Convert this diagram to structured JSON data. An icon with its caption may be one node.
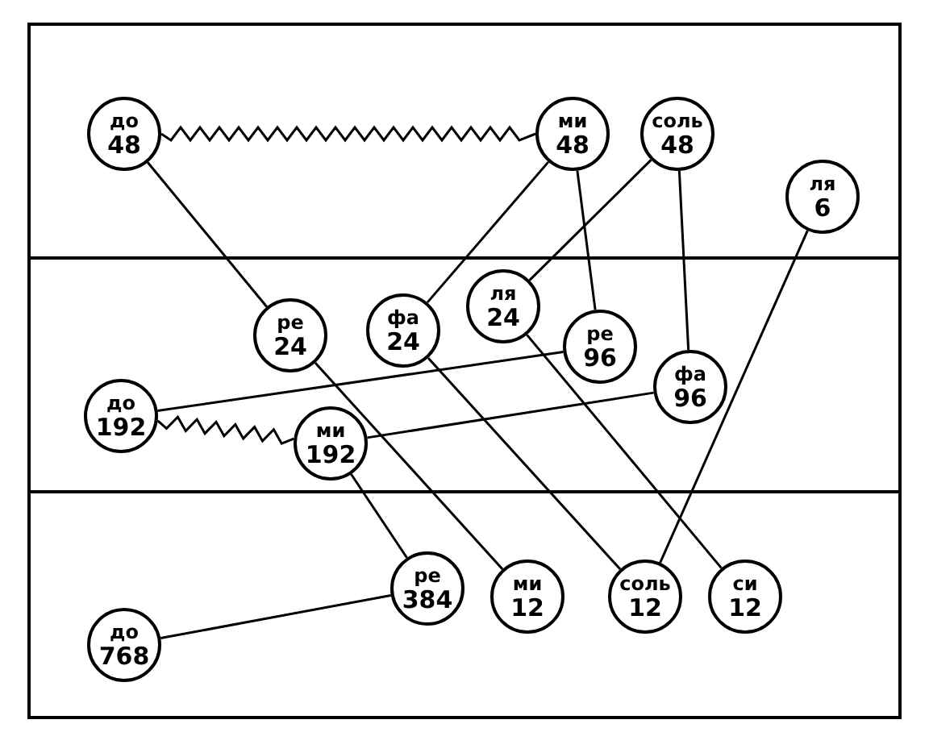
{
  "diagram": {
    "nodes": [
      {
        "text": [
          "до",
          "48"
        ]
      },
      {
        "text": [
          "ми",
          "48"
        ]
      },
      {
        "text": [
          "соль",
          "48"
        ]
      },
      {
        "text": [
          "ля",
          "6"
        ]
      },
      {
        "text": [
          "ре",
          "24"
        ]
      },
      {
        "text": [
          "фа",
          "24"
        ]
      },
      {
        "text": [
          "ля",
          "24"
        ]
      },
      {
        "text": [
          "ре",
          "96"
        ]
      },
      {
        "text": [
          "фа",
          "96"
        ]
      },
      {
        "text": [
          "до",
          "192"
        ]
      },
      {
        "text": [
          "ми",
          "192"
        ]
      },
      {
        "text": [
          "ре",
          "384"
        ]
      },
      {
        "text": [
          "ми",
          "12"
        ]
      },
      {
        "text": [
          "соль",
          "12"
        ]
      },
      {
        "text": [
          "си",
          "12"
        ]
      },
      {
        "text": [
          "до",
          "768"
        ]
      }
    ],
    "edges": [
      {
        "from": 0,
        "to": 1,
        "arrow": "none"
      },
      {
        "from": 0,
        "to": 4,
        "arrow": "none"
      },
      {
        "from": 4,
        "to": 12,
        "arrow": "none"
      },
      {
        "from": 1,
        "to": 5,
        "arrow": "none"
      },
      {
        "from": 1,
        "to": 7,
        "arrow": "none"
      },
      {
        "from": 2,
        "to": 6,
        "arrow": "none"
      },
      {
        "from": 2,
        "to": 8,
        "arrow": "none"
      },
      {
        "from": 3,
        "to": 13,
        "arrow": "none"
      },
      {
        "from": 5,
        "to": 13,
        "arrow": "none"
      },
      {
        "from": 6,
        "to": 14,
        "arrow": "none"
      },
      {
        "from": 9,
        "to": 7,
        "arrow": "none"
      },
      {
        "from": 9,
        "to": 10,
        "arrow": "none"
      },
      {
        "from": 10,
        "to": 8,
        "arrow": "none"
      },
      {
        "from": 10,
        "to": 11,
        "arrow": "none"
      },
      {
        "from": 11,
        "to": 15,
        "arrow": "none"
      }
    ]
  }
}
